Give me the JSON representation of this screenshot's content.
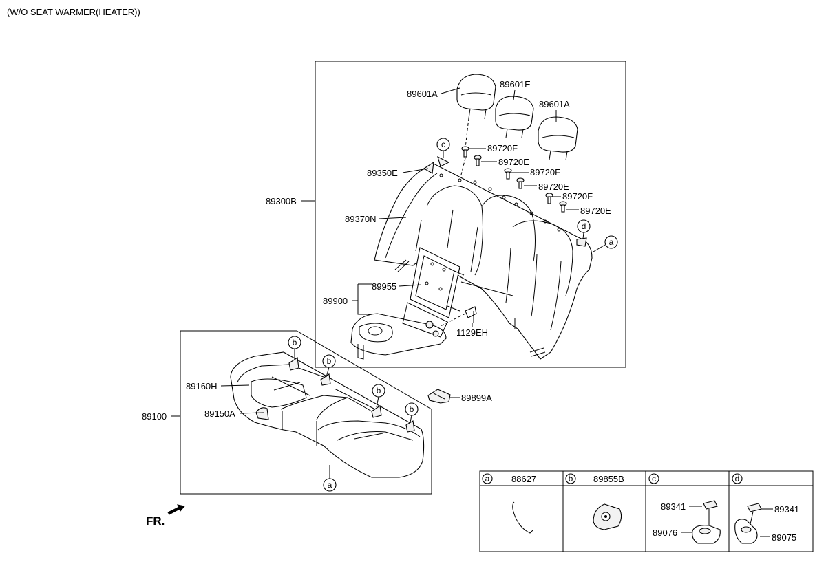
{
  "header": {
    "note": "(W/O SEAT WARMER(HEATER))"
  },
  "front_indicator": {
    "label": "FR."
  },
  "back_assembly": {
    "labels": {
      "headrest_left": "89601A",
      "headrest_center": "89601E",
      "headrest_right": "89601A",
      "guide_1": "89720F",
      "guide_2": "89720E",
      "guide_3": "89720F",
      "guide_4": "89720E",
      "guide_5": "89720F",
      "guide_6": "89720E",
      "bezel": "89350E",
      "back_assy": "89300B",
      "cover": "89370N",
      "armrest_bracket": "89955",
      "armrest": "89900",
      "bolt": "1129EH"
    },
    "callouts": {
      "c": "c",
      "d": "d",
      "a": "a"
    }
  },
  "cushion_assembly": {
    "labels": {
      "cushion_assy": "89100",
      "cover": "89160H",
      "hook": "89150A",
      "bracket": "89899A"
    },
    "callouts": {
      "b1": "b",
      "b2": "b",
      "b3": "b",
      "b4": "b",
      "a": "a"
    }
  },
  "legend": {
    "cells": [
      {
        "letter": "a",
        "part": "88627",
        "sub": []
      },
      {
        "letter": "b",
        "part": "89855B",
        "sub": []
      },
      {
        "letter": "c",
        "part": "",
        "sub": [
          "89341",
          "89076"
        ]
      },
      {
        "letter": "d",
        "part": "",
        "sub": [
          "89341",
          "89075"
        ]
      }
    ]
  }
}
